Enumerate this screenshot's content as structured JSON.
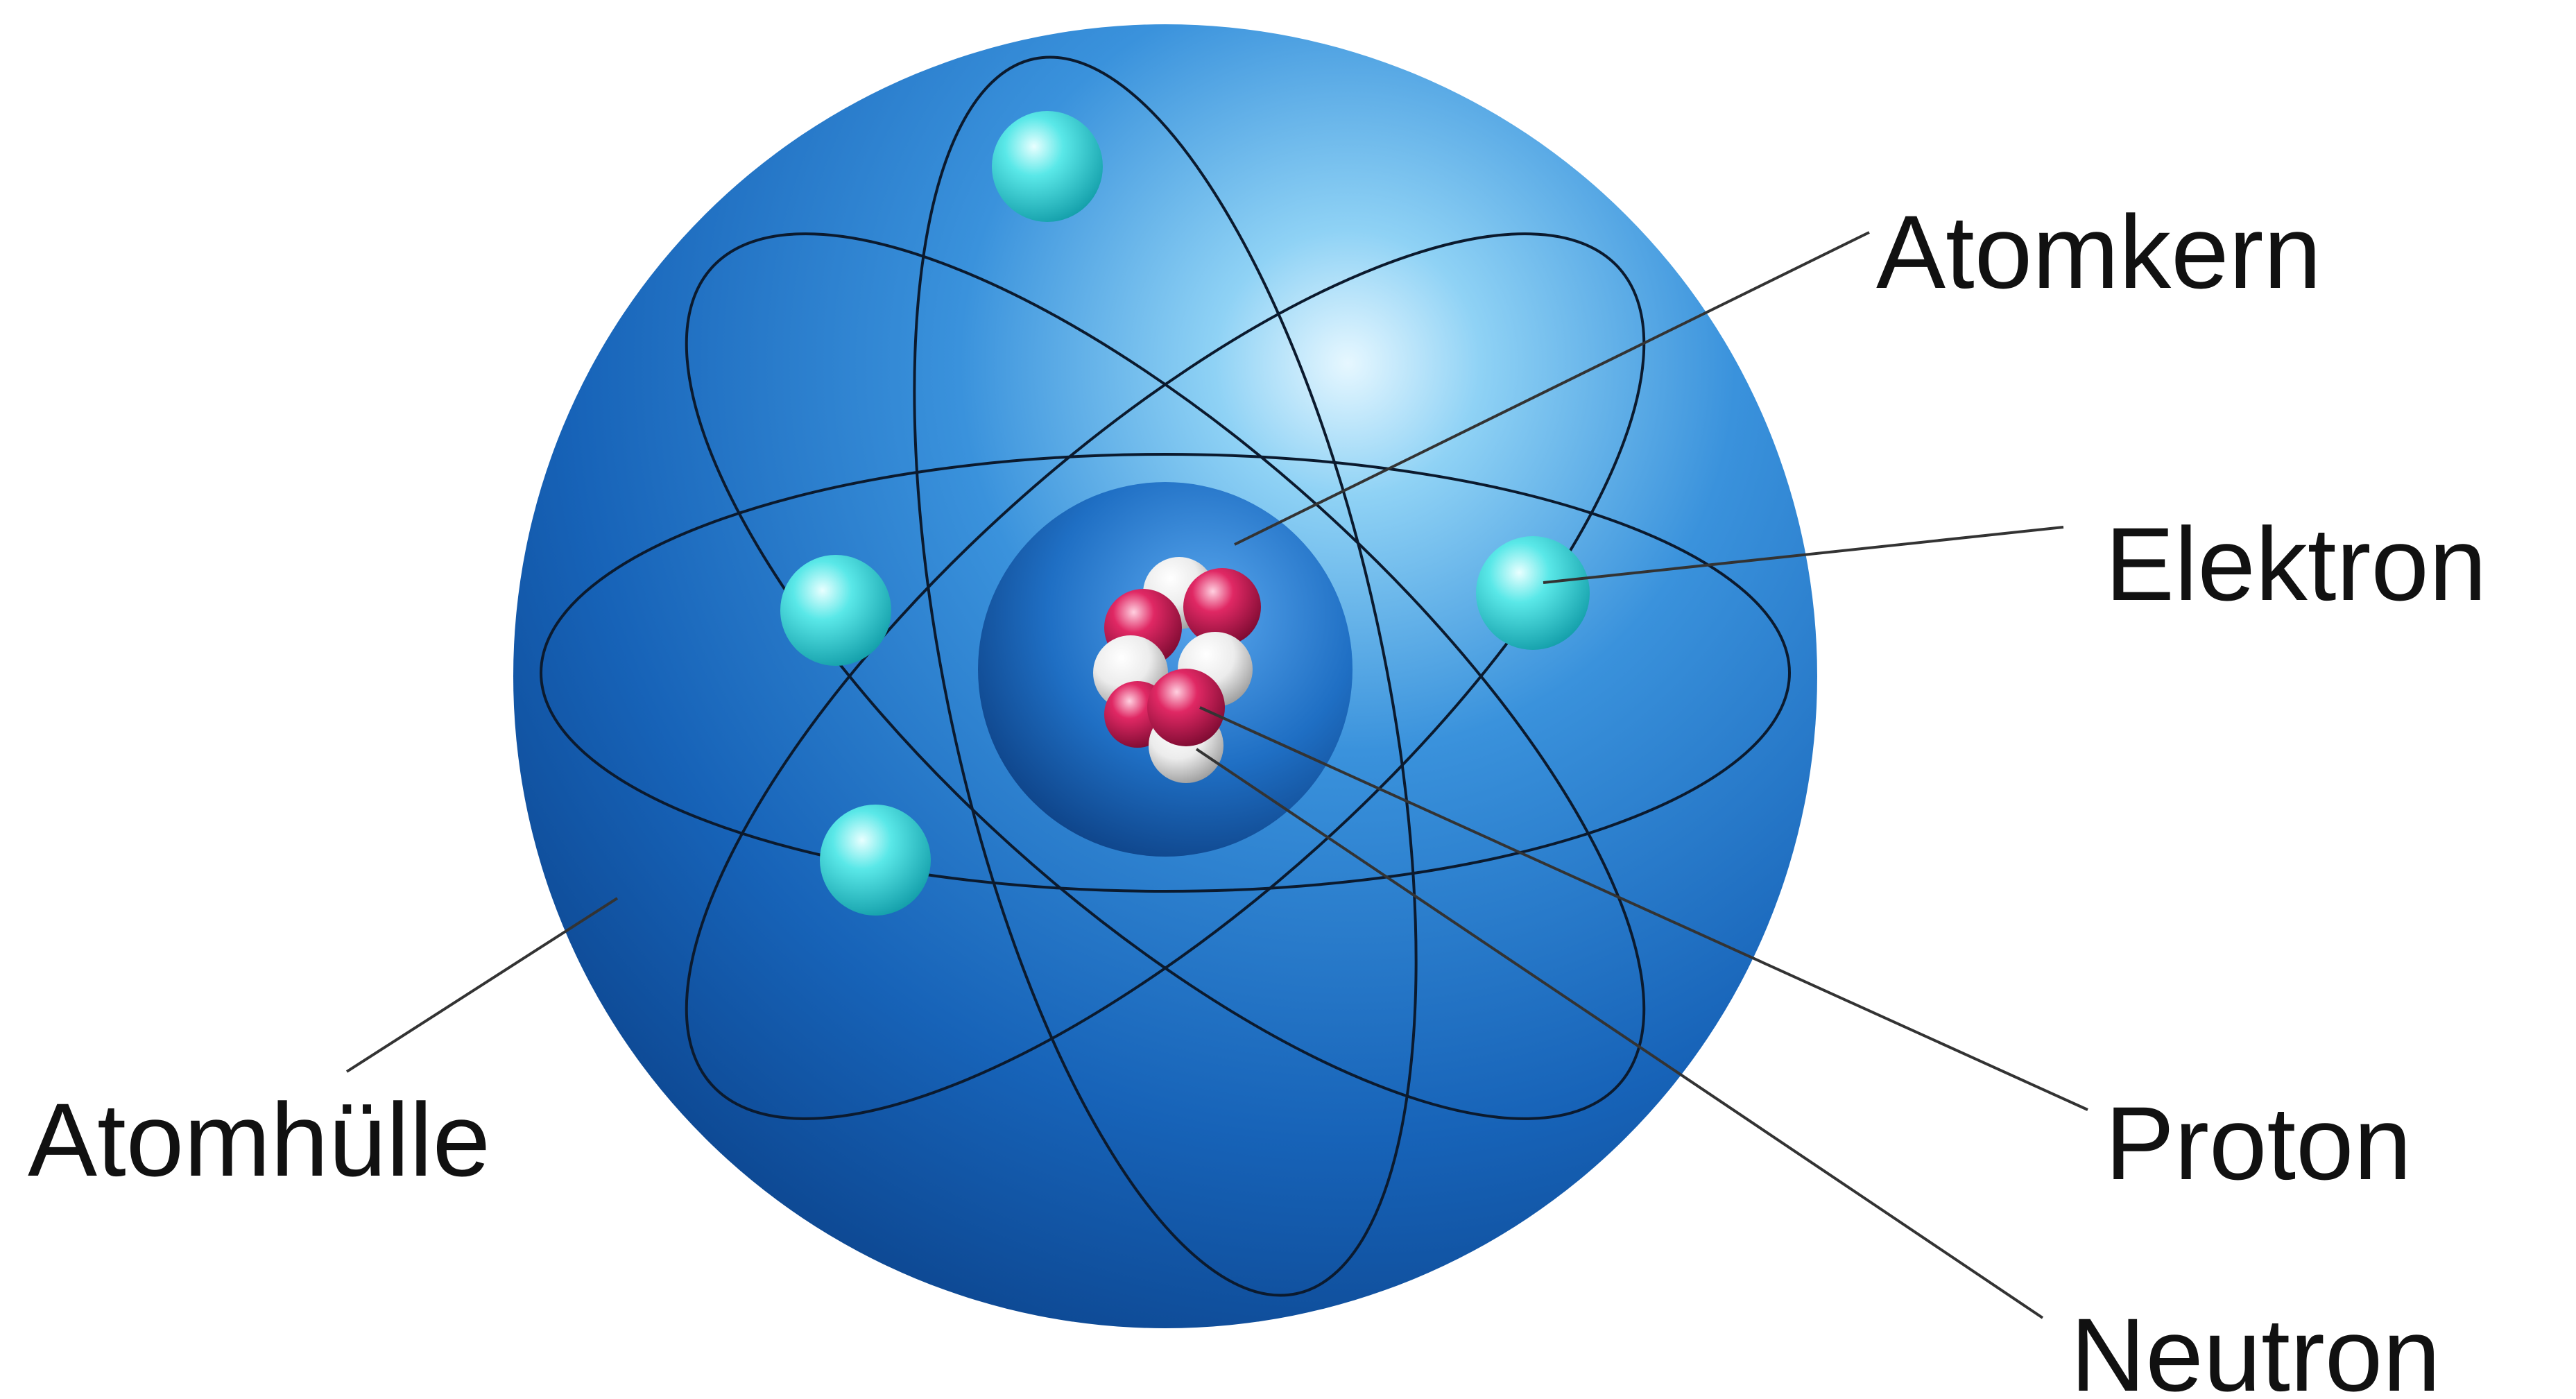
{
  "labels": {
    "nucleus": "Atomkern",
    "electron": "Elektron",
    "shell": "Atomhülle",
    "proton": "Proton",
    "neutron": "Neutron"
  },
  "colors": {
    "shell_light": "#d8f2ff",
    "shell_mid": "#2a7fd0",
    "shell_dark": "#0a3f86",
    "nucleus_core": "#3a8fe0",
    "nucleus_edge": "#08316a",
    "electron": "#22d3d3",
    "proton": "#d01a55",
    "neutron": "#e8e8e8",
    "orbit_line": "#0b1a2e",
    "leader_line": "#333333",
    "text": "#111111"
  },
  "counts": {
    "electrons": 4,
    "protons": 4,
    "neutrons": 4
  }
}
